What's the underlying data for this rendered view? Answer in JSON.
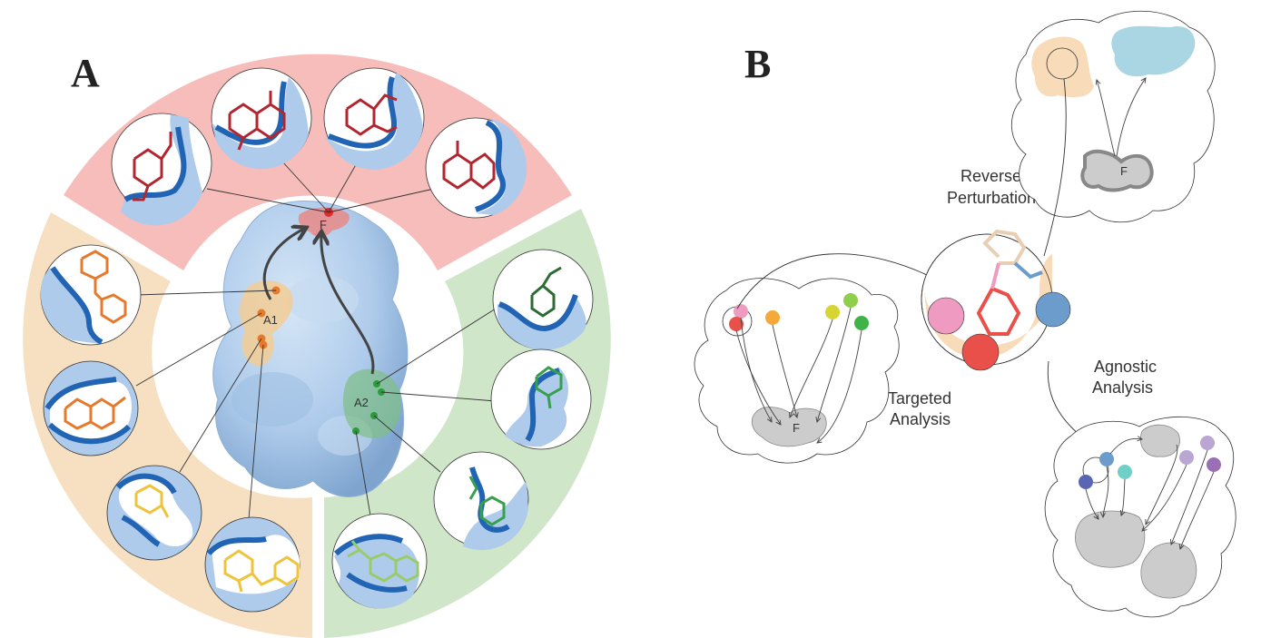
{
  "panel_a": {
    "letter": "A",
    "labels": {
      "site_a1": "A1",
      "site_a2": "A2",
      "site_f": "F"
    },
    "sectors": [
      {
        "name": "red-sector",
        "color": "#f6bdbb"
      },
      {
        "name": "orange-sector",
        "color": "#f6e0c1"
      },
      {
        "name": "green-sector",
        "color": "#cfe6c8"
      }
    ],
    "ligand_colors": {
      "red": "#b2262f",
      "orange": "#e67a2c",
      "yellow": "#eec43d",
      "dark_green": "#2c6b33",
      "green": "#37a04c",
      "light_green": "#9acb6b"
    },
    "protein_color": "#aecbeb"
  },
  "panel_b": {
    "letter": "B",
    "labels": {
      "reverse_line1": "Reverse",
      "reverse_line2": "Perturbation",
      "targeted_line1": "Targeted",
      "targeted_line2": "Analysis",
      "agnostic_line1": "Agnostic",
      "agnostic_line2": "Analysis",
      "f_target": "F",
      "f_reverse": "F"
    },
    "colors": {
      "pink": "#ef9ac0",
      "red": "#e9504a",
      "orange": "#f4a93a",
      "yellow": "#d7d534",
      "green_light": "#8fcf4b",
      "green": "#3fb34a",
      "blue": "#6b9ccc",
      "purple": "#9a6fb5",
      "lavender": "#b9a6d3",
      "teal": "#70d0c8",
      "indigo": "#5a66b3",
      "gray": "#cccccc",
      "peach": "#f8dbb8",
      "light_blue": "#a9d6e2"
    }
  }
}
